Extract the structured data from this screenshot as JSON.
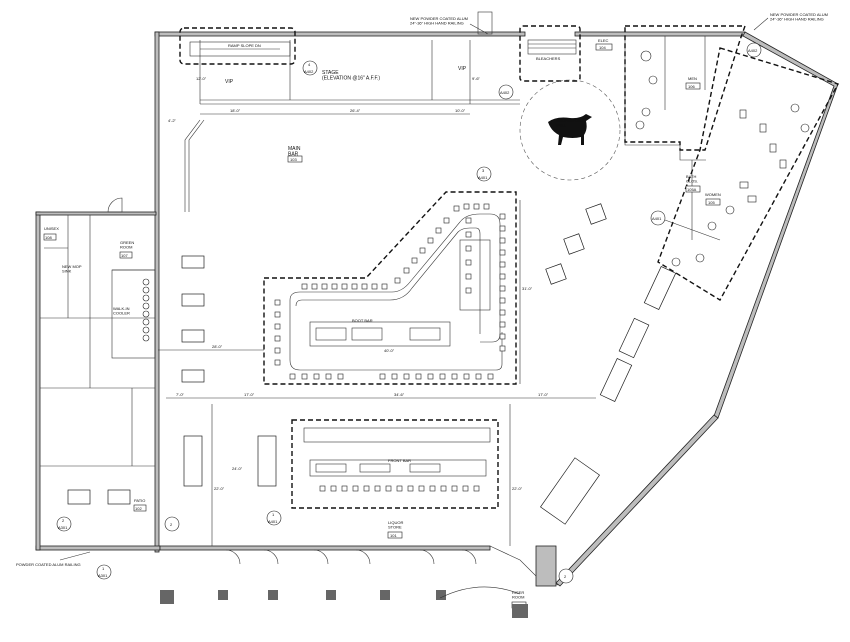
{
  "callouts": {
    "railing_top": "NEW POWDER COATED ALUM\n24\"-36\" HIGH HAND RAILING",
    "railing_right": "NEW POWDER COATED ALUM\n24\"-36\" HIGH HAND RAILING",
    "railing_bottom": "POWDER COATED ALUM RAILING",
    "ramp": "RAMP SLOPE DN",
    "stage": "STAGE\n(ELEVATION @16\" A.F.F.)",
    "mechanical_bull": "MECHANICAL\nBULL"
  },
  "rooms": {
    "vip_left": "VIP",
    "vip_right": "VIP",
    "main_bar": "MAIN\nBAR",
    "main_bar_num": "103",
    "bleachers": "BLEACHERS",
    "elec": "ELEC",
    "elec_num": "104",
    "men": "MEN",
    "men_num": "106",
    "women": "WOMEN",
    "women_num": "105",
    "bath_clos": "BATH\nCLOS.",
    "bath_clos_num": "105A",
    "unisex": "UNISEX",
    "unisex_num": "108",
    "green_room": "GREEN\nROOM",
    "green_room_num": "107",
    "mop_sink": "NEW MOP\nSINK",
    "walk_in": "WALK-IN\nCOOLER",
    "boot_bar": "BOOT BAR",
    "front_bar": "FRONT BAR",
    "liquor": "LIQUOR\nSTORE",
    "liquor_num": "101",
    "patio": "PATIO",
    "patio_num": "102",
    "riser": "RISER\nROOM",
    "riser_num": "101B"
  },
  "dimensions": {
    "d1": "26'-4\"",
    "d2": "10'-0\"",
    "d3": "18'-0\"",
    "d4": "4'-2\"",
    "d5": "17'-0\"",
    "d6": "34'-6\"",
    "d7": "17'-0\"",
    "d8": "7'-0\"",
    "d9": "40'-0\"",
    "d10": "28'-0\"",
    "d11": "24'-0\"",
    "d12": "22'-0\"",
    "d13": "22'-0\"",
    "d14": "31'-0\"",
    "d15": "9'-6\"",
    "d16": "12'-0\""
  },
  "section_marks": {
    "a1": "A402",
    "a2": "A402",
    "a3": "A401",
    "a4": "A401",
    "a5": "A401",
    "a6": "A301",
    "a7": "A301",
    "a8": "A402",
    "n1": "4",
    "n2": "1",
    "n3": "3",
    "n4": "2",
    "n5": "1",
    "n6": "2",
    "n7": "2"
  },
  "icons": {
    "bull": "bull-silhouette-icon",
    "compass": "north-arrow-icon"
  }
}
